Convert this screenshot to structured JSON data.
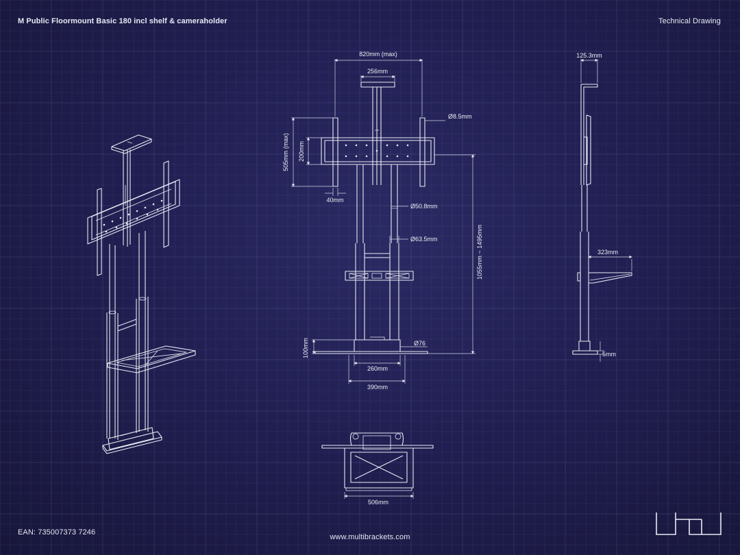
{
  "header": {
    "title": "M Public Floormount Basic 180 incl shelf & cameraholder",
    "doc_type": "Technical Drawing"
  },
  "footer": {
    "ean": "EAN: 735007373 7246",
    "url": "www.multibrackets.com"
  },
  "dimensions": {
    "width_max": "820mm (max)",
    "camera_width": "256mm",
    "hole_diameter": "Ø8.5mm",
    "height_max": "505mm (max)",
    "height_200": "200mm",
    "offset_40": "40mm",
    "tube_upper": "Ø50.8mm",
    "tube_lower": "Ø63.5mm",
    "height_range": "1055mm ~ 1495mm",
    "base_height": "100mm",
    "base_tube": "Ø76",
    "base_inner": "260mm",
    "base_outer": "390mm",
    "depth_top": "125.3mm",
    "shelf_depth": "323mm",
    "plate_thickness": "5mm",
    "shelf_width": "506mm"
  },
  "colors": {
    "background": "#211f52",
    "line": "#e9ebf5"
  }
}
